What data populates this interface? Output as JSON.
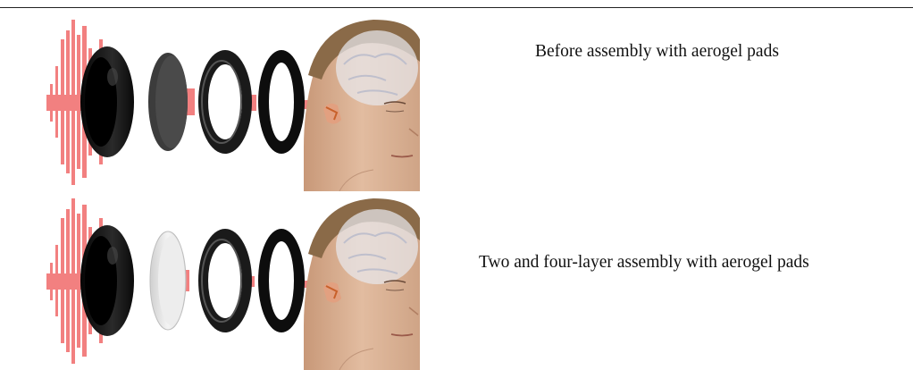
{
  "captions": {
    "top": "Before assembly with aerogel pads",
    "bottom": "Two and four-layer assembly with aerogel pads"
  },
  "panels": [
    {
      "middle_pad": "gray foam pad"
    },
    {
      "middle_pad": "white aerogel pad"
    }
  ],
  "colors": {
    "sound_wave": "#f06a6a",
    "earcup": "#101010",
    "foam_pad": "#3c3c3c",
    "aerogel_pad": "#e8e8e8",
    "skin": "#d9b294",
    "hair": "#8a6a48",
    "brain": "#e8e8ec"
  }
}
